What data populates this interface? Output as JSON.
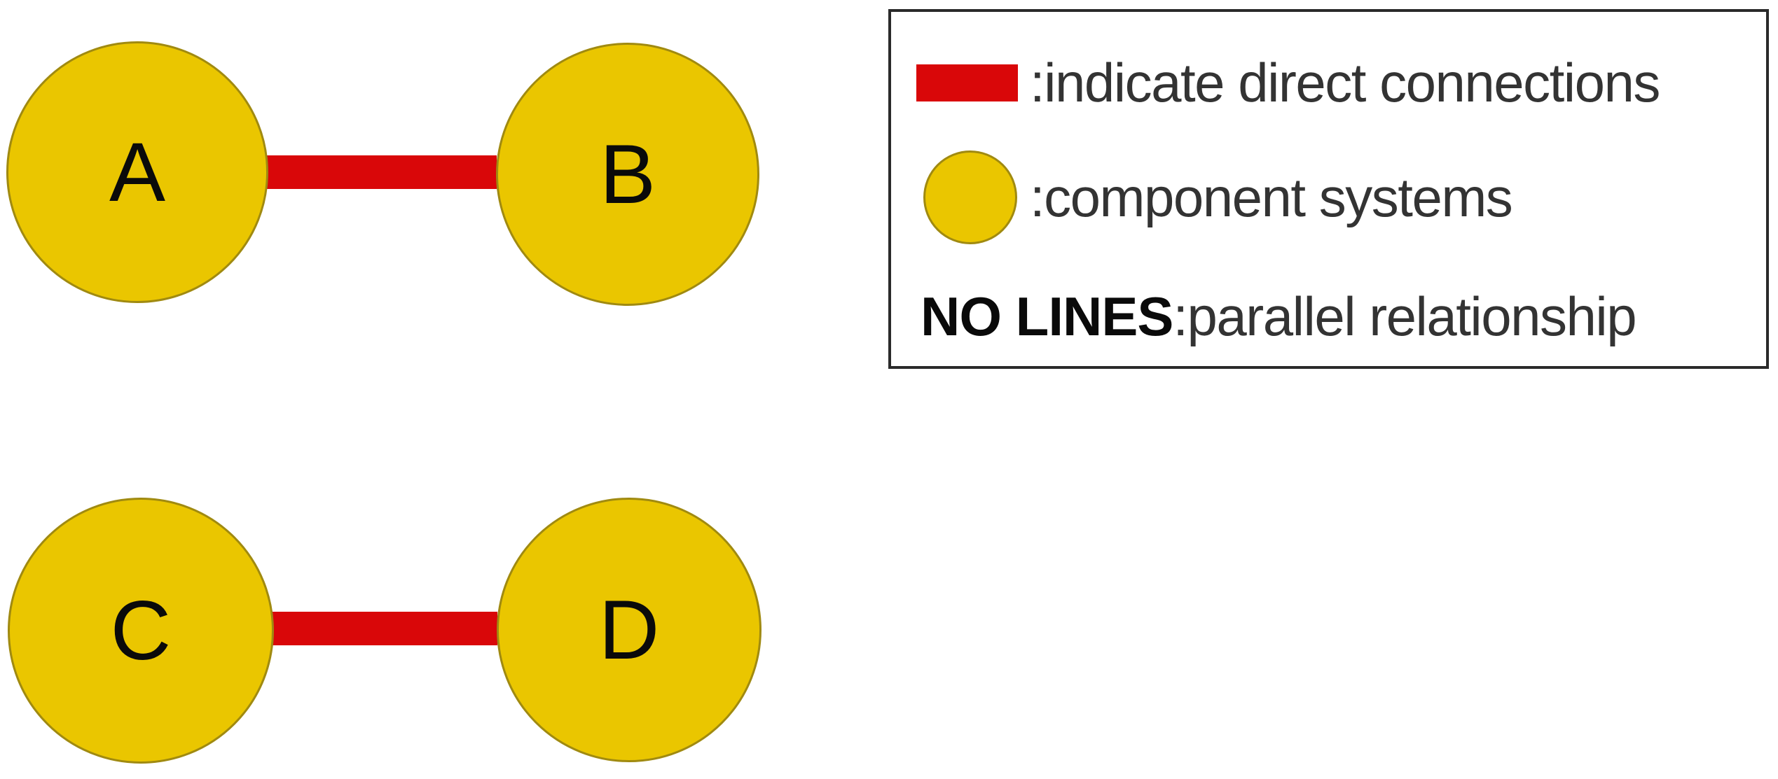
{
  "diagram": {
    "nodes": [
      {
        "id": "A",
        "label": "A"
      },
      {
        "id": "B",
        "label": "B"
      },
      {
        "id": "C",
        "label": "C"
      },
      {
        "id": "D",
        "label": "D"
      }
    ],
    "edges": [
      {
        "from": "A",
        "to": "B",
        "type": "direct-connection"
      },
      {
        "from": "C",
        "to": "D",
        "type": "direct-connection"
      }
    ]
  },
  "legend": {
    "items": [
      {
        "swatch": "red-line",
        "label": ":indicate direct connections"
      },
      {
        "swatch": "yellow-circle",
        "label": ":component systems"
      },
      {
        "swatch": "none",
        "prefix": "NO LINES",
        "label": ":parallel relationship"
      }
    ]
  },
  "colors": {
    "background": "#FFFFFF",
    "component_yellow": "#EAC600",
    "component_border": "#A08A10",
    "connection_red": "#D90709",
    "legend_border": "#2A2A2A",
    "legend_text": "#333333",
    "no_lines_text": "#0A0A0A",
    "node_label": "#0A0A0A"
  }
}
